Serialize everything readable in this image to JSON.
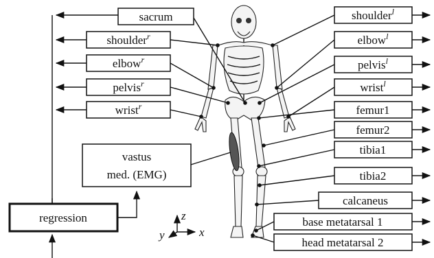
{
  "left_labels": [
    {
      "base": "sacrum",
      "sup": ""
    },
    {
      "base": "shoulder",
      "sup": "r"
    },
    {
      "base": "elbow",
      "sup": "r"
    },
    {
      "base": "pelvis",
      "sup": "r"
    },
    {
      "base": "wrist",
      "sup": "r"
    }
  ],
  "right_labels": [
    {
      "base": "shoulder",
      "sup": "l"
    },
    {
      "base": "elbow",
      "sup": "l"
    },
    {
      "base": "pelvis",
      "sup": "l"
    },
    {
      "base": "wrist",
      "sup": "l"
    },
    {
      "base": "femur1",
      "sup": ""
    },
    {
      "base": "femur2",
      "sup": ""
    },
    {
      "base": "tibia1",
      "sup": ""
    },
    {
      "base": "tibia2",
      "sup": ""
    },
    {
      "base": "calcaneus",
      "sup": ""
    },
    {
      "base": "base metatarsal 1",
      "sup": ""
    },
    {
      "base": "head metatarsal 2",
      "sup": ""
    }
  ],
  "emg": {
    "line1": "vastus",
    "line2": "med. (EMG)"
  },
  "regression": "regression",
  "axes": {
    "x": "x",
    "y": "y",
    "z": "z"
  },
  "colors": {
    "line": "#111111",
    "muscle": "#555555"
  }
}
